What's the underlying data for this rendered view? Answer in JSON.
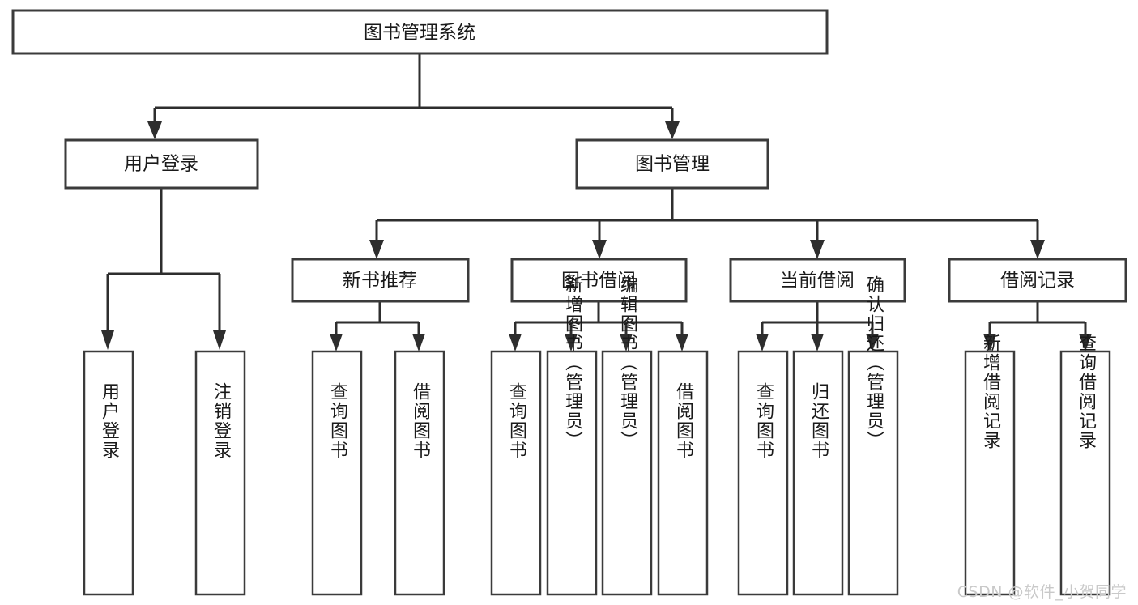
{
  "diagram": {
    "type": "tree-hierarchy-chart",
    "title": "图书管理系统",
    "watermark": "CSDN @软件_小贺同学",
    "root": {
      "id": "root",
      "label": "图书管理系统",
      "orientation": "horizontal"
    },
    "level2": [
      {
        "id": "user-login",
        "label": "用户登录",
        "orientation": "horizontal"
      },
      {
        "id": "book-manage",
        "label": "图书管理",
        "orientation": "horizontal"
      }
    ],
    "level3": [
      {
        "id": "new-book-rec",
        "label": "新书推荐",
        "parent": "book-manage",
        "orientation": "horizontal"
      },
      {
        "id": "book-borrow",
        "label": "图书借阅",
        "parent": "book-manage",
        "orientation": "horizontal"
      },
      {
        "id": "current-borrow",
        "label": "当前借阅",
        "parent": "book-manage",
        "orientation": "horizontal"
      },
      {
        "id": "borrow-record",
        "label": "借阅记录",
        "parent": "book-manage",
        "orientation": "horizontal"
      }
    ],
    "leaves": [
      {
        "id": "leaf-user-login",
        "label": "用户登录",
        "parent": "user-login",
        "orientation": "vertical"
      },
      {
        "id": "leaf-logout",
        "label": "注销登录",
        "parent": "user-login",
        "orientation": "vertical"
      },
      {
        "id": "leaf-query-book-1",
        "label": "查询图书",
        "parent": "new-book-rec",
        "orientation": "vertical"
      },
      {
        "id": "leaf-borrow-book-1",
        "label": "借阅图书",
        "parent": "new-book-rec",
        "orientation": "vertical"
      },
      {
        "id": "leaf-query-book-2",
        "label": "查询图书",
        "parent": "book-borrow",
        "orientation": "vertical"
      },
      {
        "id": "leaf-add-book",
        "label": "新增图书（管理员）",
        "parent": "book-borrow",
        "orientation": "vertical"
      },
      {
        "id": "leaf-edit-book",
        "label": "编辑图书（管理员）",
        "parent": "book-borrow",
        "orientation": "vertical"
      },
      {
        "id": "leaf-borrow-book-2",
        "label": "借阅图书",
        "parent": "book-borrow",
        "orientation": "vertical"
      },
      {
        "id": "leaf-query-book-3",
        "label": "查询图书",
        "parent": "current-borrow",
        "orientation": "vertical"
      },
      {
        "id": "leaf-return-book",
        "label": "归还图书",
        "parent": "current-borrow",
        "orientation": "vertical"
      },
      {
        "id": "leaf-confirm-return",
        "label": "确认归还（管理员）",
        "parent": "current-borrow",
        "orientation": "vertical"
      },
      {
        "id": "leaf-add-record",
        "label": "新增借阅记录",
        "parent": "borrow-record",
        "orientation": "vertical"
      },
      {
        "id": "leaf-query-record",
        "label": "查询借阅记录",
        "parent": "borrow-record",
        "orientation": "vertical"
      }
    ],
    "colors": {
      "background": "#ffffff",
      "node_fill": "#ffffff",
      "node_stroke": "#3b3b3b",
      "edge_stroke": "#2e2e2e",
      "text": "#1a1a1a",
      "watermark": "#c9c9c9"
    }
  }
}
